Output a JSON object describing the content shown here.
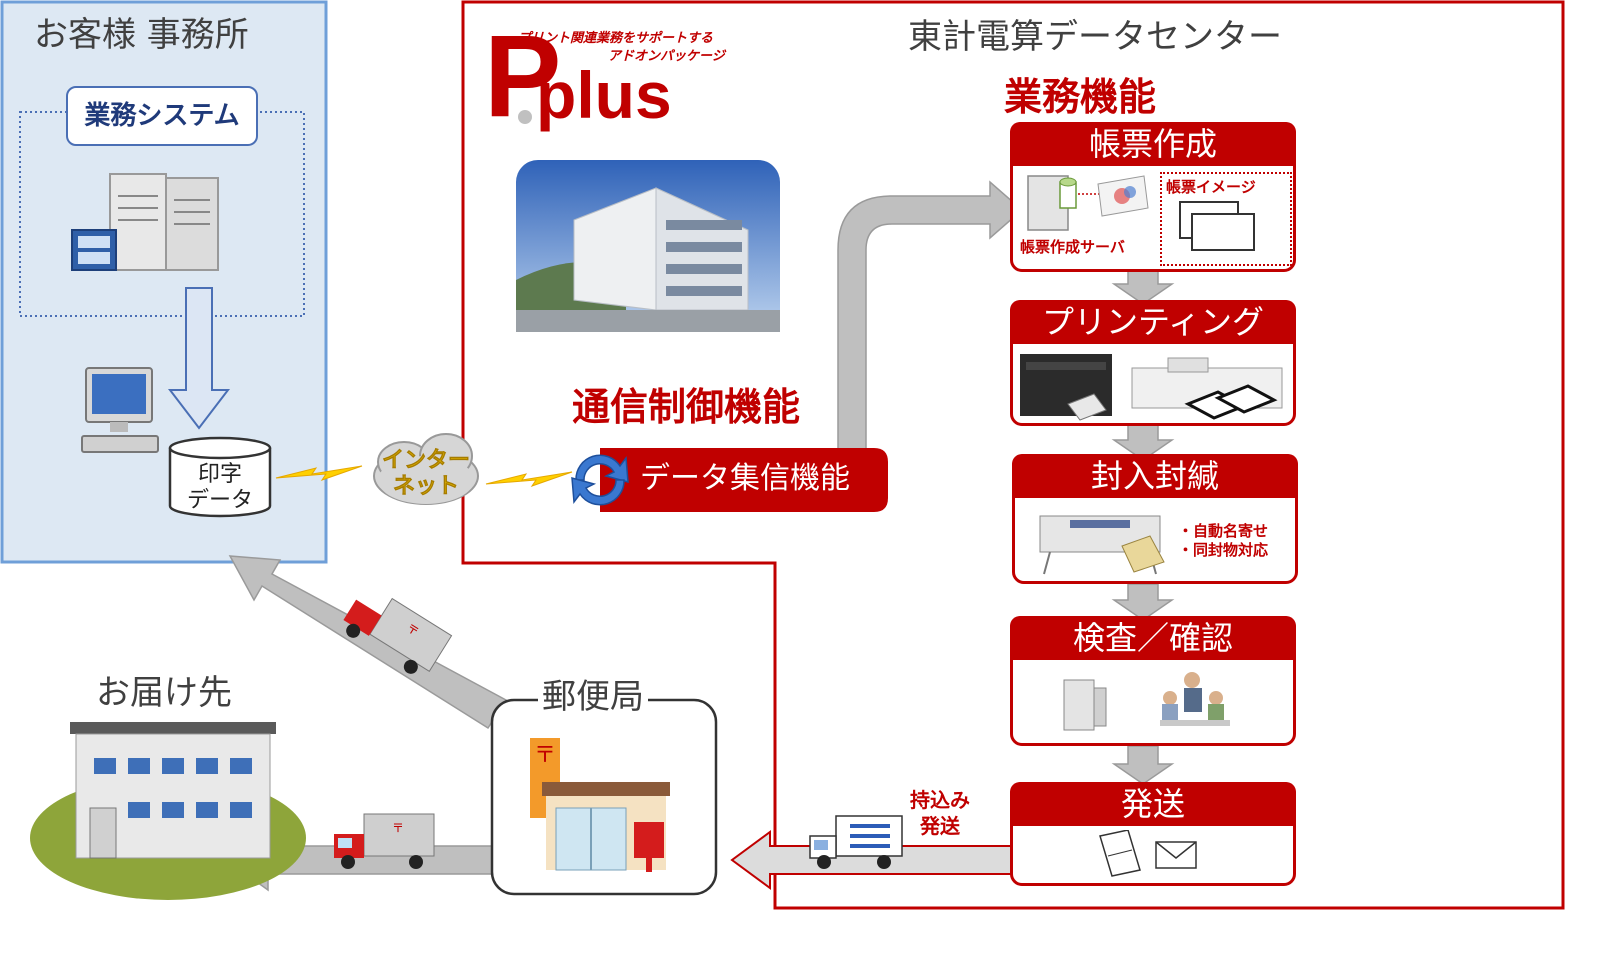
{
  "customer": {
    "title": "お客様 事務所",
    "system_label": "業務システム",
    "db_line1": "印字",
    "db_line2": "データ"
  },
  "network": {
    "line1": "インター",
    "line2": "ネット"
  },
  "datacenter": {
    "title": "東計電算データセンター",
    "logo_tagline1": "プリント関連業務をサポートする",
    "logo_tagline2": "アドオンパッケージ",
    "logo_p": "P",
    "logo_plus": "plus",
    "comm_heading": "通信制御機能",
    "comm_function": "データ集信機能",
    "business_heading": "業務機能"
  },
  "stages": [
    {
      "title": "帳票作成",
      "server_label": "帳票作成サーバ",
      "image_label": "帳票イメージ"
    },
    {
      "title": "プリンティング"
    },
    {
      "title": "封入封緘",
      "notes": [
        "・自動名寄せ",
        "・同封物対応"
      ]
    },
    {
      "title": "検査／確認"
    },
    {
      "title": "発送"
    }
  ],
  "delivery": {
    "bring_in_line1": "持込み",
    "bring_in_line2": "発送",
    "post_office": "郵便局",
    "destination": "お届け先"
  },
  "colors": {
    "brand_red": "#c00000",
    "customer_bg": "#dde8f3",
    "customer_border": "#6f9fd8",
    "arrow_gray": "#bfbfbf"
  }
}
